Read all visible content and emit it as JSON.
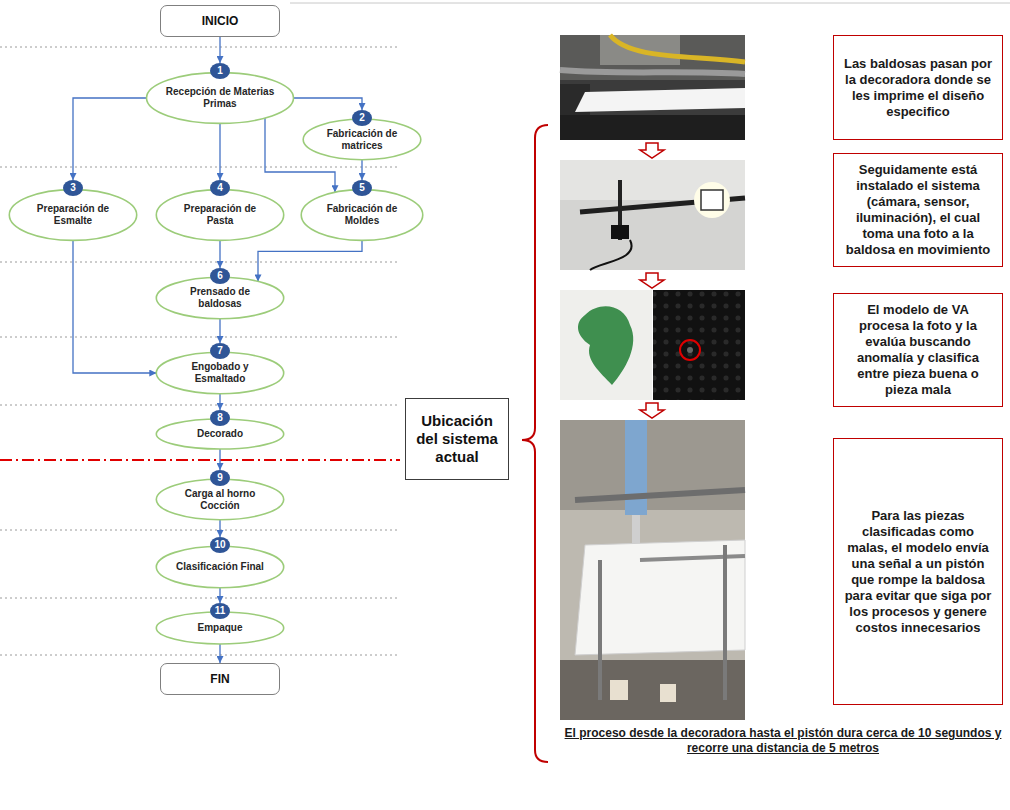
{
  "diagram": {
    "nodes": [
      {
        "text": [
          "INICIO"
        ]
      },
      {
        "text": [
          "1",
          "Recepción de Materias Primas"
        ]
      },
      {
        "text": [
          "2",
          "Fabricación de matrices"
        ]
      },
      {
        "text": [
          "3",
          "Preparación de Esmalte"
        ]
      },
      {
        "text": [
          "4",
          "Preparación de Pasta"
        ]
      },
      {
        "text": [
          "5",
          "Fabricación de Moldes"
        ]
      },
      {
        "text": [
          "6",
          "Prensado de baldosas"
        ]
      },
      {
        "text": [
          "7",
          "Engobado y Esmaltado"
        ]
      },
      {
        "text": [
          "8",
          "Decorado"
        ]
      },
      {
        "text": [
          "9",
          "Carga al horno Cocción"
        ]
      },
      {
        "text": [
          "10",
          "Clasificación Final"
        ]
      },
      {
        "text": [
          "11",
          "Empaque"
        ]
      },
      {
        "text": [
          "FIN"
        ]
      },
      {
        "text": [
          "Ubicación del sistema actual"
        ]
      },
      {
        "text": [
          "Las baldosas pasan por la decoradora donde se les imprime el diseño especifico"
        ]
      },
      {
        "text": [
          "Seguidamente está instalado el sistema (cámara, sensor, iluminación), el cual toma una foto a la baldosa en movimiento"
        ]
      },
      {
        "text": [
          "El modelo de VA procesa la foto y la evalúa buscando anomalía y clasifica entre pieza buena o pieza mala"
        ]
      },
      {
        "text": [
          "Para las piezas clasificadas como malas, el modelo envía una señal a un pistón que rompe la baldosa para evitar que siga por los procesos y genere costos innecesarios"
        ]
      }
    ],
    "edges": [
      {
        "from": 0,
        "to": 1,
        "arrow": "to"
      },
      {
        "from": 1,
        "to": 2,
        "arrow": "to"
      },
      {
        "from": 1,
        "to": 3,
        "arrow": "to"
      },
      {
        "from": 1,
        "to": 4,
        "arrow": "to"
      },
      {
        "from": 1,
        "to": 5,
        "arrow": "to"
      },
      {
        "from": 2,
        "to": 5,
        "arrow": "to"
      },
      {
        "from": 3,
        "to": 7,
        "arrow": "to"
      },
      {
        "from": 4,
        "to": 6,
        "arrow": "to"
      },
      {
        "from": 5,
        "to": 6,
        "arrow": "to"
      },
      {
        "from": 6,
        "to": 7,
        "arrow": "to"
      },
      {
        "from": 7,
        "to": 8,
        "arrow": "to"
      },
      {
        "from": 8,
        "to": 9,
        "arrow": "to"
      },
      {
        "from": 9,
        "to": 10,
        "arrow": "to"
      },
      {
        "from": 10,
        "to": 11,
        "arrow": "to"
      },
      {
        "from": 11,
        "to": 12,
        "arrow": "to"
      }
    ],
    "labels": [
      "El proceso desde la decoradora hasta el pistón dura cerca de 10 segundos y recorre una distancia de 5 metros"
    ]
  }
}
